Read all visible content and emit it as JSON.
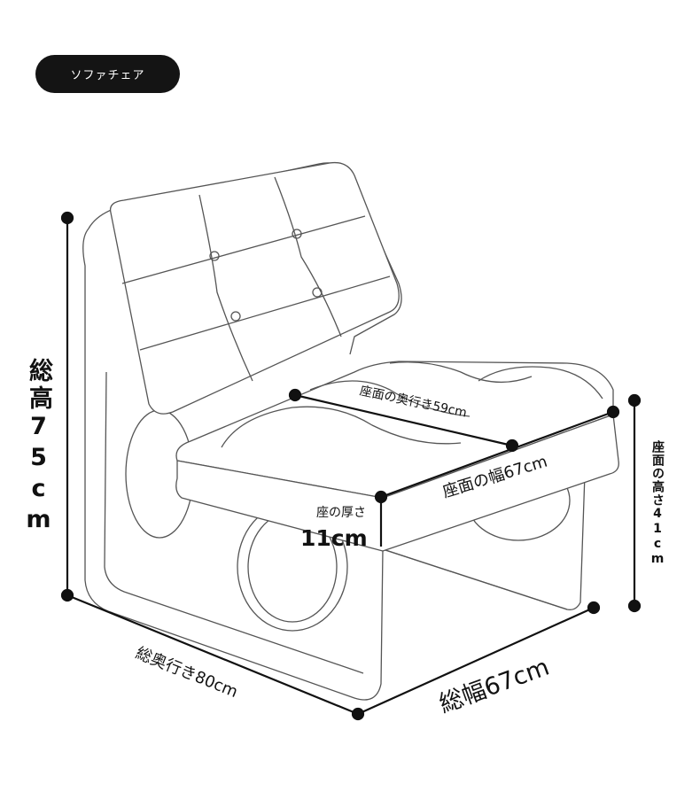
{
  "badge": {
    "label": "ソファチェア"
  },
  "dimensions": {
    "total_height": "総高75cm",
    "total_depth": "総奥行き80cm",
    "total_width": "総幅67cm",
    "seat_depth": "座面の奥行き59cm",
    "seat_width": "座面の幅67cm",
    "seat_thickness_label": "座の厚さ",
    "seat_thickness_value": "11cm",
    "seat_height": "座面の高さ41cm"
  }
}
